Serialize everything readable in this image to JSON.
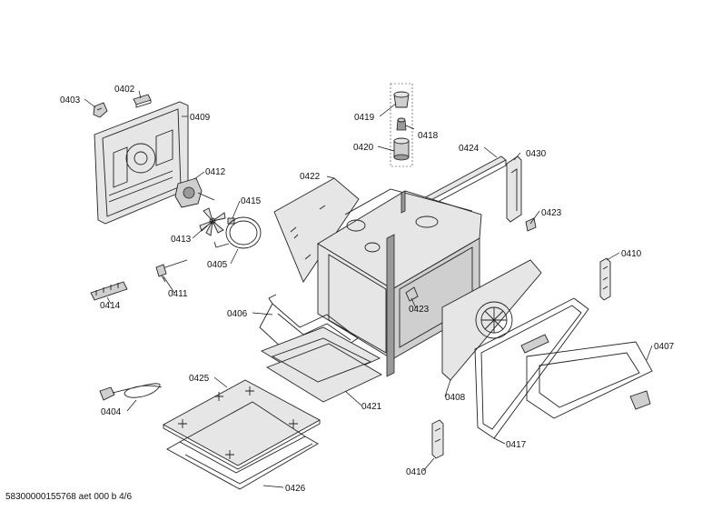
{
  "callouts": {
    "p0402": "0402",
    "p0403": "0403",
    "p0409": "0409",
    "p0419": "0419",
    "p0418": "0418",
    "p0420": "0420",
    "p0424": "0424",
    "p0430": "0430",
    "p0412": "0412",
    "p0422": "0422",
    "p0415": "0415",
    "p0423a": "0423",
    "p0413": "0413",
    "p0405": "0405",
    "p0410a": "0410",
    "p0411": "0411",
    "p0414": "0414",
    "p0406": "0406",
    "p0423b": "0423",
    "p0407": "0407",
    "p0425": "0425",
    "p0421": "0421",
    "p0408": "0408",
    "p0404": "0404",
    "p0417": "0417",
    "p0410b": "0410",
    "p0426": "0426"
  },
  "footer": {
    "text": "58300000155768 aet 000 b 4/6"
  }
}
